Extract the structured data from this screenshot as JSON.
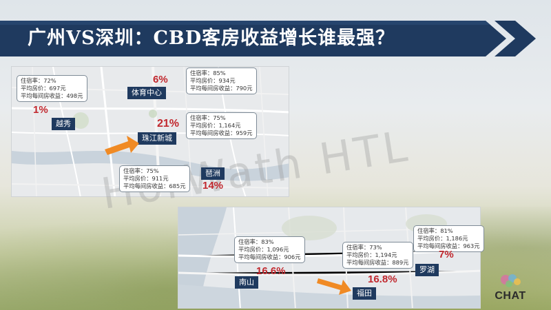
{
  "slide": {
    "title": "广州VS深圳：CBD客房收益增长谁最强？",
    "watermark": "HorWath HTL",
    "logo_text": "CHAT"
  },
  "guangzhou": {
    "districts": [
      {
        "name": "越秀",
        "pct": "1%",
        "occupancy": "住宿率：72%",
        "adr": "平均房价：697元",
        "revpar": "平均每间房收益：498元"
      },
      {
        "name": "体育中心",
        "pct": "6%",
        "occupancy": "住宿率：85%",
        "adr": "平均房价：934元",
        "revpar": "平均每间房收益：790元"
      },
      {
        "name": "珠江新城",
        "pct": "21%",
        "occupancy": "住宿率：75%",
        "adr": "平均房价：1,164元",
        "revpar": "平均每间房收益：959元"
      },
      {
        "name": "琶洲",
        "pct": "14%",
        "occupancy": "住宿率：75%",
        "adr": "平均房价：911元",
        "revpar": "平均每间房收益：685元"
      }
    ]
  },
  "shenzhen": {
    "districts": [
      {
        "name": "南山",
        "pct": "16.6%",
        "occupancy": "住宿率：83%",
        "adr": "平均房价：1,096元",
        "revpar": "平均每间房收益：906元"
      },
      {
        "name": "福田",
        "pct": "16.8%",
        "occupancy": "住宿率：73%",
        "adr": "平均房价：1,194元",
        "revpar": "平均每间房收益：889元"
      },
      {
        "name": "罗湖",
        "pct": "7%",
        "occupancy": "住宿率：81%",
        "adr": "平均房价：1,186元",
        "revpar": "平均每间房收益：963元"
      }
    ]
  },
  "colors": {
    "title_bar": "#1f3a5f",
    "district_label": "#1f3a5f",
    "pct_text": "#c1272d",
    "arrow": "#f08a24"
  },
  "icons": [
    "orange-arrow-icon",
    "chat-logo-icon"
  ]
}
